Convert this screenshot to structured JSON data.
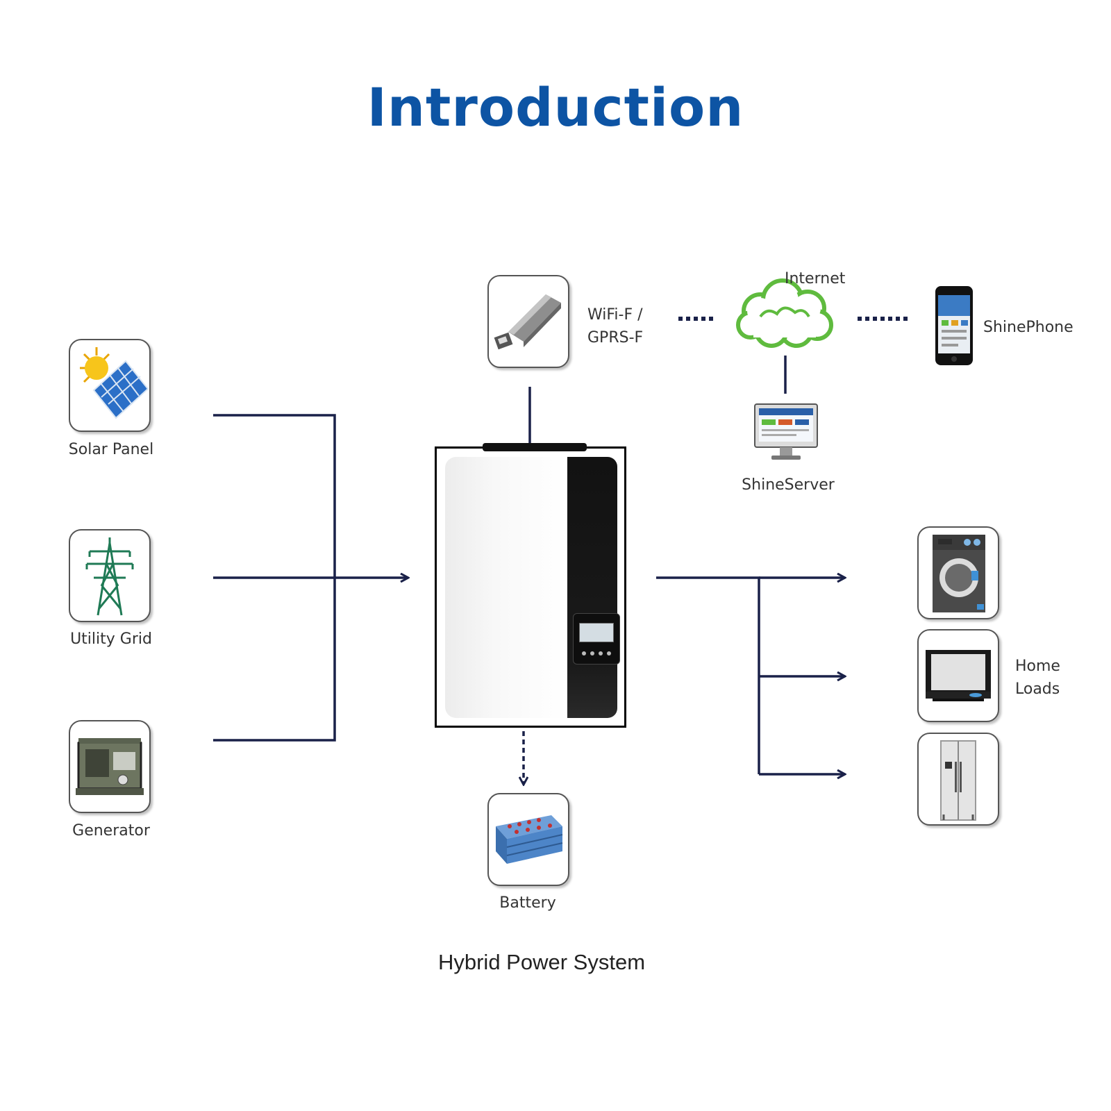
{
  "title": "Introduction",
  "caption": "Hybrid Power System",
  "labels": {
    "solar": "Solar Panel",
    "grid": "Utility Grid",
    "generator": "Generator",
    "wifi_line1": "WiFi-F /",
    "wifi_line2": "GPRS-F",
    "internet": "Internet",
    "shinephone": "ShinePhone",
    "shineserver": "ShineServer",
    "battery": "Battery",
    "home_line1": "Home",
    "home_line2": "Loads"
  },
  "colors": {
    "title": "#0d54a4",
    "connector": "#1a2149",
    "cloud": "#5fbb3e"
  },
  "icons": {
    "solar": "solar-panel-icon",
    "grid": "transmission-tower-icon",
    "generator": "generator-icon",
    "wifi": "wifi-dongle-icon",
    "cloud": "cloud-icon",
    "phone": "smartphone-icon",
    "server": "monitor-icon",
    "battery": "battery-pack-icon",
    "washer": "washing-machine-icon",
    "tv": "television-icon",
    "fridge": "refrigerator-icon",
    "inverter": "hybrid-inverter"
  }
}
